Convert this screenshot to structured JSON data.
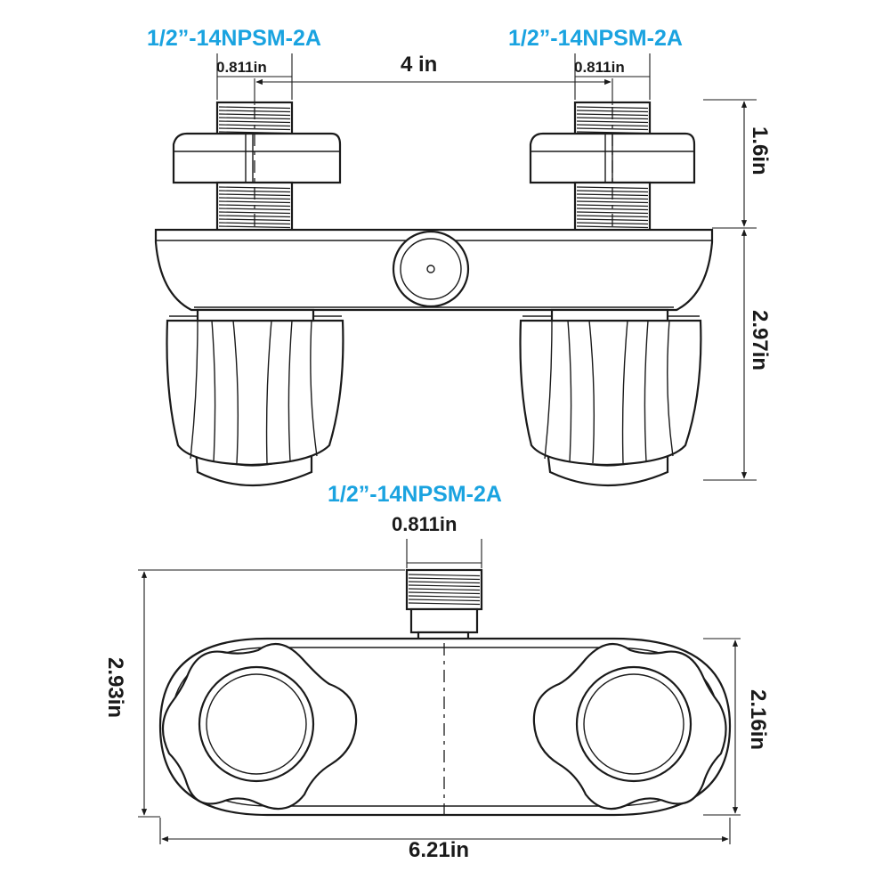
{
  "labels": {
    "thread_left": "1/2”-14NPSM-2A",
    "thread_right": "1/2”-14NPSM-2A",
    "thread_bottom": "1/2”-14NPSM-2A",
    "stem_width_left": "0.811in",
    "stem_width_right": "0.811in",
    "stem_width_bottom": "0.811in",
    "center_spacing": "4 in",
    "nut_height": "1.6in",
    "body_height": "2.97in",
    "depth": "2.93in",
    "plate_height": "2.16in",
    "overall_width": "6.21in"
  },
  "colors": {
    "accent": "#1aa3e0",
    "line": "#1a1a1a"
  }
}
